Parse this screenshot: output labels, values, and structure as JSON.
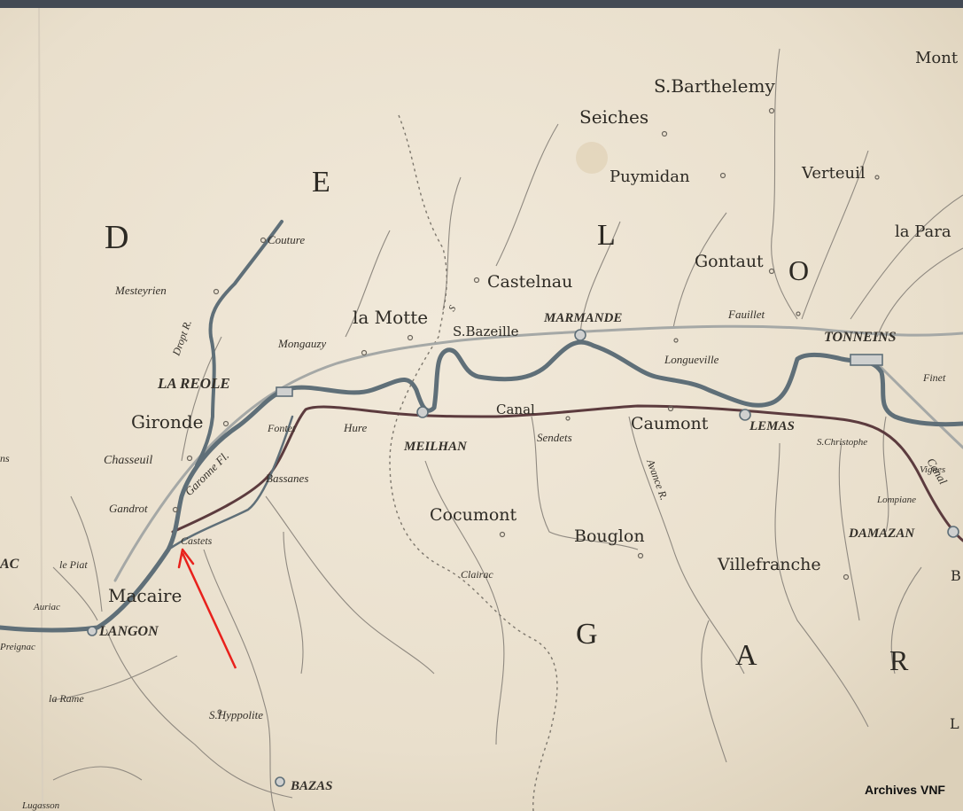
{
  "map": {
    "region_letters": [
      "D",
      "E",
      "L",
      "O",
      "G",
      "A",
      "R"
    ],
    "places": {
      "mont": "Mont",
      "s_barthelemy": "S.Barthelemy",
      "seiches": "Seiches",
      "puymidan": "Puymidan",
      "verteuil": "Verteuil",
      "la_para": "la Para",
      "couture": "Couture",
      "mesteyrien": "Mesteyrien",
      "castelnau": "Castelnau",
      "gontaut": "Gontaut",
      "la_motte": "la Motte",
      "mongauzy": "Mongauzy",
      "s_bazeille": "S.Bazeille",
      "marmande": "MARMANDE",
      "fauillet": "Fauillet",
      "tonneins": "TONNEINS",
      "longueville": "Longueville",
      "la_reole": "LA REOLE",
      "gironde": "Gironde",
      "fontet": "Fontet",
      "hure": "Hure",
      "canal": "Canal",
      "caumont": "Caumont",
      "lemas": "LEMAS",
      "meilhan": "MEILHAN",
      "sendets": "Sendets",
      "s_christophe": "S.Christophe",
      "vignes": "Vignes",
      "lompiane": "Lompiane",
      "canal_east": "Canal",
      "chasseuil": "Chasseuil",
      "bassanes": "Bassanes",
      "garonne_fl": "Garonne Fl.",
      "gandrot": "Gandrot",
      "cocumont": "Cocumont",
      "bouglon": "Bouglon",
      "damazan": "DAMAZAN",
      "castets": "Castets",
      "villefranche": "Villefranche",
      "ac": "AC",
      "le_piat": "le Piat",
      "macaire": "Macaire",
      "auriac": "Auriac",
      "langon": "LANGON",
      "preignac": "Preignac",
      "clairac": "Clairac",
      "la_rame": "la Rame",
      "s_hyppolite": "S.Hyppolite",
      "bazas": "BAZAS",
      "lugasson": "Lugasson",
      "finet": "Finet",
      "b_edge": "B",
      "l_edge": "L",
      "dropt_r": "Dropt R.",
      "avance_r": "Avance R.",
      "s_n": "S",
      "left_edge_frag": "ns"
    },
    "credit": "Archives VNF"
  },
  "colors": {
    "paper": "#ede4d3",
    "river": "#5f6f78",
    "canal": "#5c3b3e",
    "road": "#a5a8a6",
    "annotation_arrow": "#e8211c"
  }
}
